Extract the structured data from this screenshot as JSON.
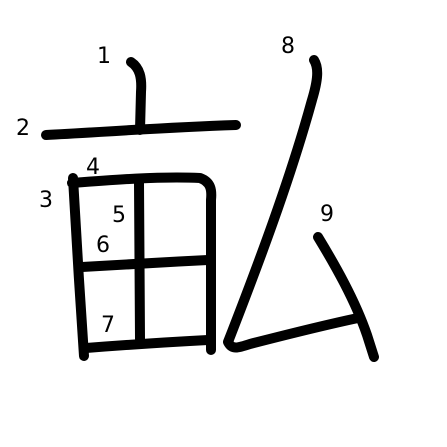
{
  "stroke_color": "#000000",
  "background": "#ffffff",
  "stroke_numbers": [
    "1",
    "2",
    "3",
    "4",
    "5",
    "6",
    "7",
    "8",
    "9"
  ]
}
